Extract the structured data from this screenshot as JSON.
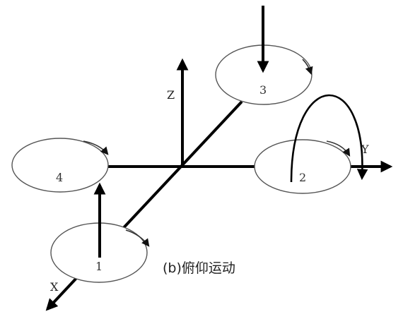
{
  "axes": {
    "x_label": "X",
    "y_label": "Y",
    "z_label": "Z"
  },
  "rotors": [
    {
      "label": "1"
    },
    {
      "label": "2"
    },
    {
      "label": "3"
    },
    {
      "label": "4"
    }
  ],
  "caption": "(b)俯仰运动"
}
